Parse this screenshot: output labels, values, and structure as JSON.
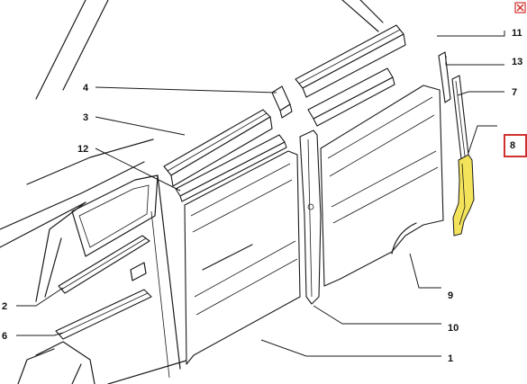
{
  "diagram": {
    "callouts": {
      "c1": "1",
      "c2": "2",
      "c3": "3",
      "c4": "4",
      "c6": "6",
      "c7": "7",
      "c8": "8",
      "c9": "9",
      "c10": "10",
      "c11": "11",
      "c12": "12",
      "c13": "13"
    },
    "selected_callout": "8"
  },
  "colors": {
    "highlight_fill": "#f3e35a",
    "selection_border": "#d0312d",
    "close_icon": "#d0312d",
    "line": "#1a1a1a"
  },
  "icons": {
    "close": "close-icon"
  }
}
